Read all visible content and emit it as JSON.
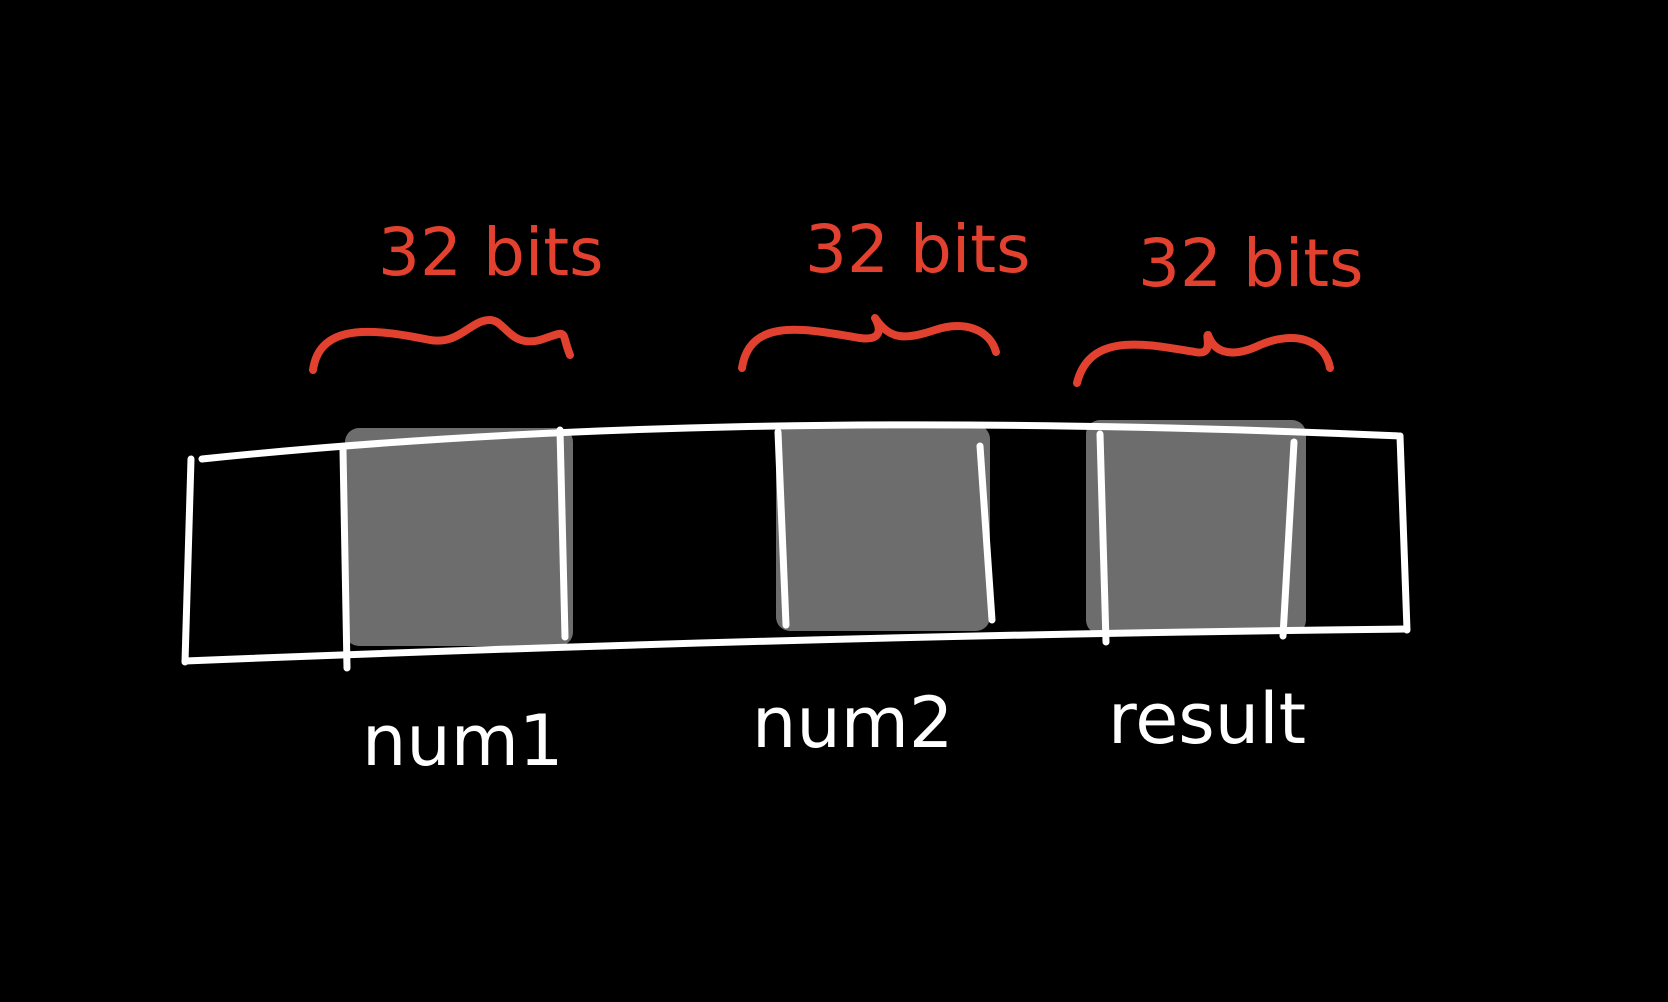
{
  "colors": {
    "background": "#000000",
    "outline": "#ffffff",
    "shaded_slot": "#6d6d6d",
    "annotation": "#e2412f"
  },
  "segments": [
    {
      "size_label": "32 bits",
      "var_label": "num1"
    },
    {
      "size_label": "32 bits",
      "var_label": "num2"
    },
    {
      "size_label": "32 bits",
      "var_label": "result"
    }
  ]
}
